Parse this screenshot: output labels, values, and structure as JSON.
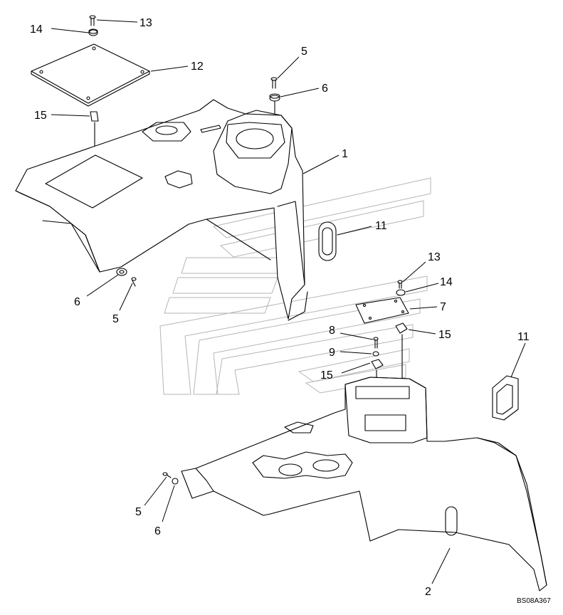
{
  "callouts": [
    {
      "key": "c13a",
      "text": "13"
    },
    {
      "key": "c14a",
      "text": "14"
    },
    {
      "key": "c12",
      "text": "12"
    },
    {
      "key": "c15a",
      "text": "15"
    },
    {
      "key": "c5a",
      "text": "5"
    },
    {
      "key": "c6a",
      "text": "6"
    },
    {
      "key": "c1",
      "text": "1"
    },
    {
      "key": "c11a",
      "text": "11"
    },
    {
      "key": "c6b",
      "text": "6"
    },
    {
      "key": "c5b",
      "text": "5"
    },
    {
      "key": "c13b",
      "text": "13"
    },
    {
      "key": "c14b",
      "text": "14"
    },
    {
      "key": "c7",
      "text": "7"
    },
    {
      "key": "c15b",
      "text": "15"
    },
    {
      "key": "c8",
      "text": "8"
    },
    {
      "key": "c9",
      "text": "9"
    },
    {
      "key": "c15c",
      "text": "15"
    },
    {
      "key": "c11b",
      "text": "11"
    },
    {
      "key": "c5c",
      "text": "5"
    },
    {
      "key": "c6c",
      "text": "6"
    },
    {
      "key": "c2",
      "text": "2"
    }
  ],
  "reference_code": "BS08A367"
}
